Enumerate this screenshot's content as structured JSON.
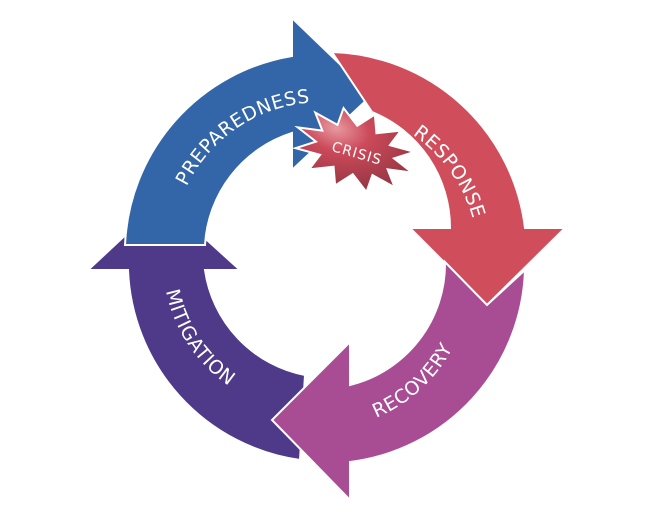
{
  "diagram": {
    "type": "cycle",
    "stages": [
      {
        "id": "preparedness",
        "label": "PREPAREDNESS",
        "color": "#3366A8"
      },
      {
        "id": "response",
        "label": "RESPONSE",
        "color": "#D04E5C"
      },
      {
        "id": "recovery",
        "label": "RECOVERY",
        "color": "#A84D93"
      },
      {
        "id": "mitigation",
        "label": "MITIGATION",
        "color": "#4F3A8A"
      }
    ],
    "event": {
      "label": "CRISIS",
      "color": "#C84858",
      "shade": "#8E3340"
    },
    "flow": [
      "preparedness",
      "response",
      "recovery",
      "mitigation",
      "preparedness"
    ]
  }
}
